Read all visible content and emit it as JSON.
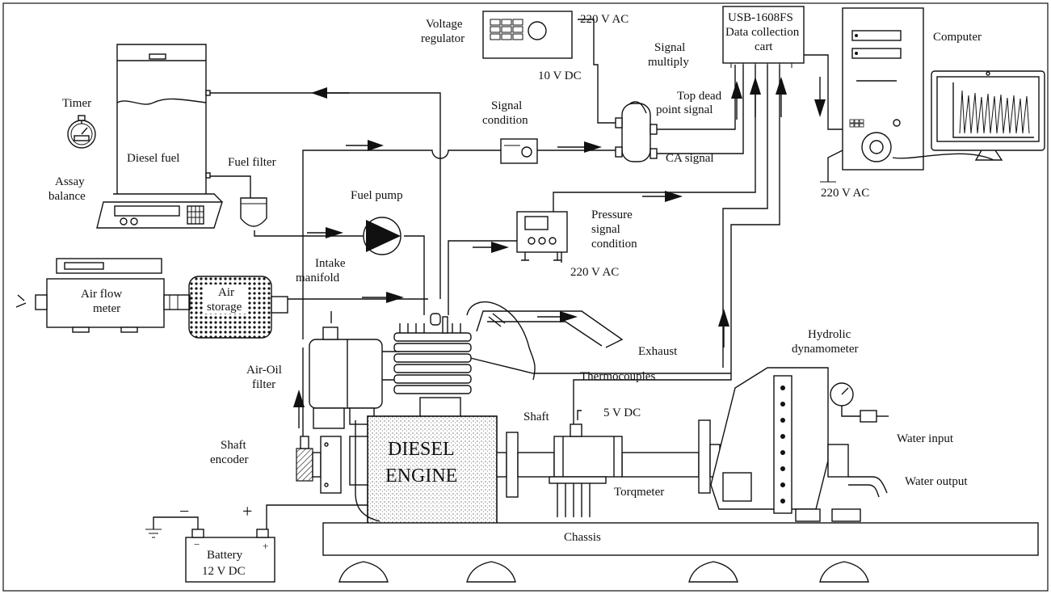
{
  "labels": {
    "voltage_regulator": [
      "Voltage",
      "regulator"
    ],
    "ac_top": "220 V AC",
    "usb_card": [
      "USB-1608FS",
      "Data collection",
      "cart"
    ],
    "computer": "Computer",
    "signal_multiply": [
      "Signal",
      "multiply"
    ],
    "ten_v_dc": "10 V DC",
    "top_dead_point": [
      "Top dead",
      "point signal"
    ],
    "ca_signal": "CA signal",
    "signal_condition": [
      "Signal",
      "condition"
    ],
    "timer": "Timer",
    "diesel_fuel": "Diesel fuel",
    "fuel_filter": "Fuel filter",
    "assay_balance": [
      "Assay",
      "balance"
    ],
    "fuel_pump": "Fuel pump",
    "pressure_signal_condition": [
      "Pressure",
      "signal",
      "condition"
    ],
    "ac_pressure": "220 V AC",
    "ac_computer": "220 V AC",
    "air_flow_meter": [
      "Air flow",
      "meter"
    ],
    "air_storage": [
      "Air",
      "storage"
    ],
    "intake_manifold": [
      "Intake",
      "manifold"
    ],
    "exhaust": "Exhaust",
    "thermocouples": "Thermocouples",
    "air_oil_filter": [
      "Air-Oil",
      "filter"
    ],
    "hydrolic_dynamometer": [
      "Hydrolic",
      "dynamometer"
    ],
    "shaft": "Shaft",
    "five_v_dc": "5 V DC",
    "water_input": "Water input",
    "water_output": "Water output",
    "shaft_encoder": [
      "Shaft",
      "encoder"
    ],
    "diesel_engine": [
      "DIESEL",
      "ENGINE"
    ],
    "torqmeter": "Torqmeter",
    "chassis": "Chassis",
    "battery": [
      "Battery",
      "12 V DC"
    ],
    "minus": "−",
    "plus": "+",
    "small_minus": "−",
    "small_plus": "+"
  }
}
